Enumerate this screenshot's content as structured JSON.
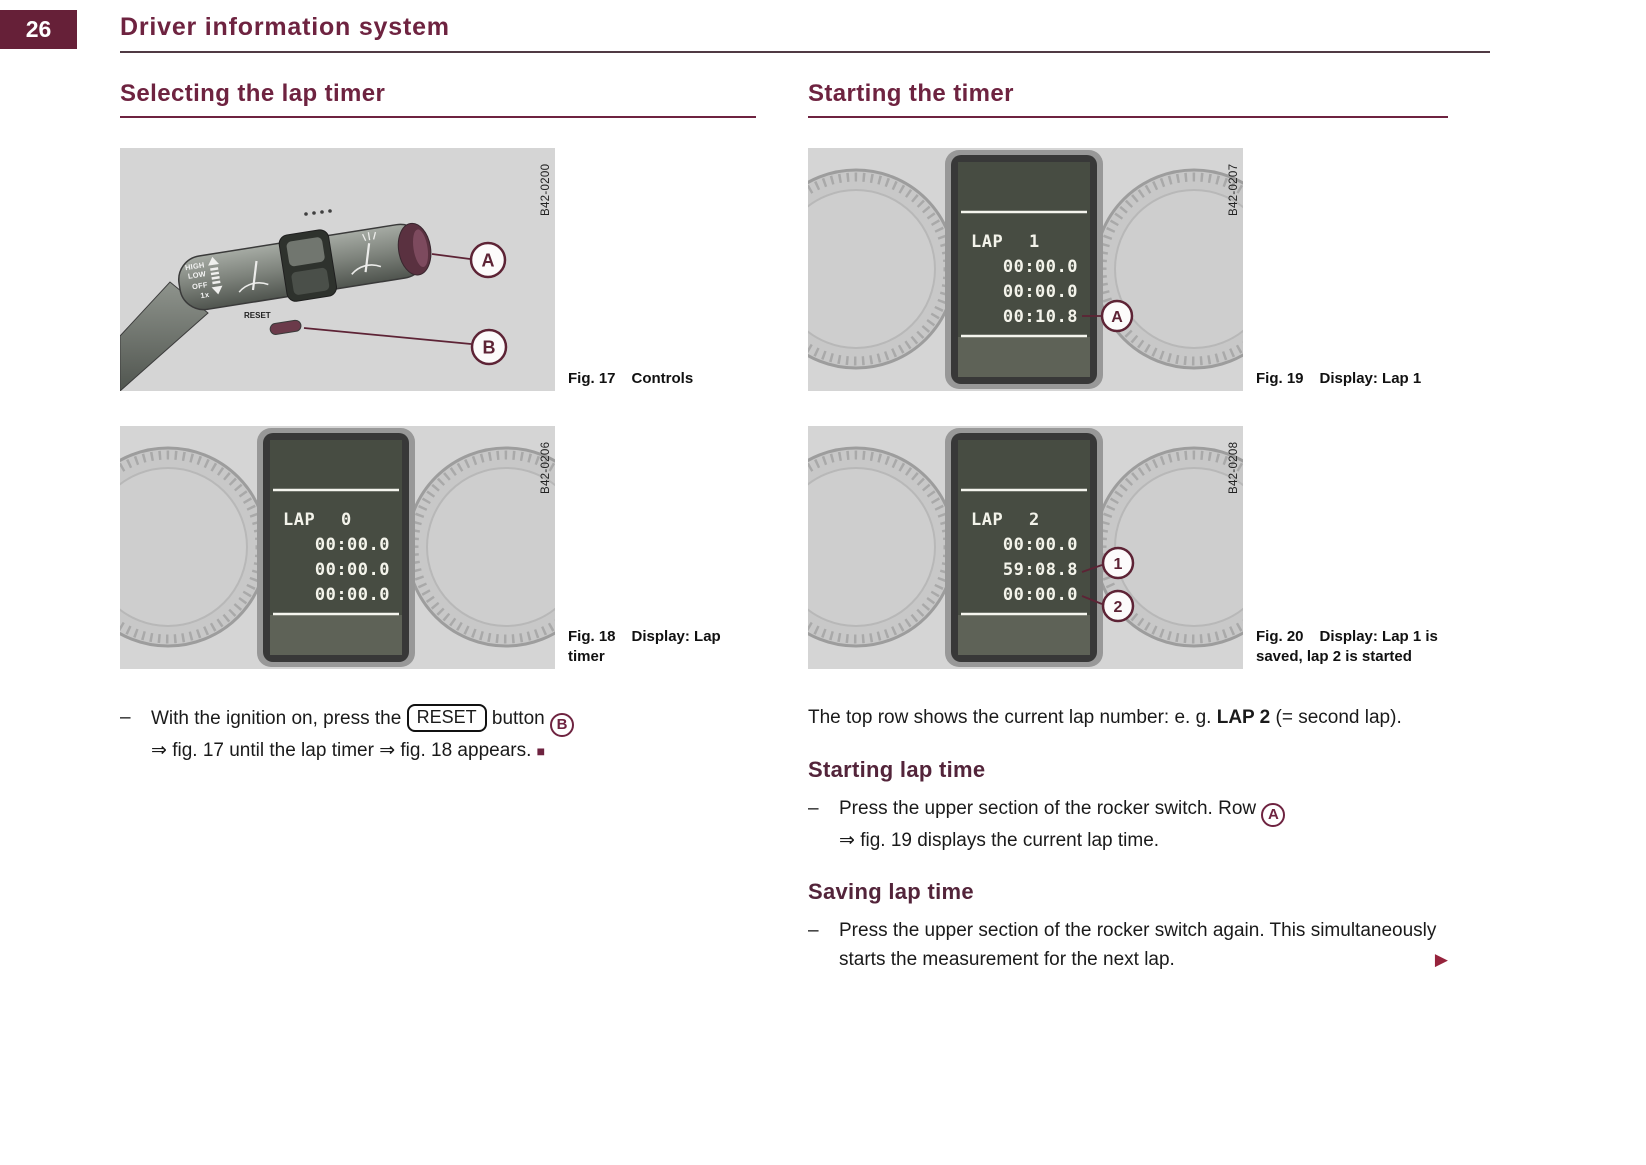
{
  "colors": {
    "accent_maroon": "#6e2340",
    "page_badge_bg": "#662038",
    "callout_maroon": "#5d2335",
    "figure_bg": "#d5d5d5",
    "lcd_bg": "#474c42",
    "lcd_text": "#f3f3ea"
  },
  "header": {
    "page_number": "26",
    "title": "Driver information system"
  },
  "left_column": {
    "section_title": "Selecting the lap timer",
    "fig17": {
      "code": "B42-0200",
      "caption_label": "Fig. 17",
      "caption_text": "Controls",
      "callout_a": "A",
      "callout_b": "B",
      "stalk_labels": {
        "high": "HIGH",
        "low": "LOW",
        "off": "OFF",
        "once": "1x",
        "reset": "RESET"
      }
    },
    "fig18": {
      "code": "B42-0206",
      "caption_label": "Fig. 18",
      "caption_text": "Display: Lap timer",
      "lcd": {
        "label": "LAP",
        "number": "0",
        "rows": [
          "00:00.0",
          "00:00.0",
          "00:00.0"
        ]
      }
    },
    "instruction": {
      "dash": "–",
      "line1_pre": "With the ignition on, press the",
      "reset_button": "RESET",
      "line1_mid": "button",
      "callout_b": "B",
      "line2": "⇒ fig. 17 until the lap timer ⇒ fig. 18 appears.",
      "end_mark": "■"
    }
  },
  "right_column": {
    "section_title": "Starting the timer",
    "fig19": {
      "code": "B42-0207",
      "caption_label": "Fig. 19",
      "caption_text": "Display: Lap 1",
      "callout_a": "A",
      "lcd": {
        "label": "LAP",
        "number": "1",
        "rows": [
          "00:00.0",
          "00:00.0",
          "00:10.8"
        ]
      }
    },
    "fig20": {
      "code": "B42-0208",
      "caption_label": "Fig. 20",
      "caption_text": "Display: Lap 1 is saved, lap 2 is started",
      "callout_1": "1",
      "callout_2": "2",
      "lcd": {
        "label": "LAP",
        "number": "2",
        "rows": [
          "00:00.0",
          "59:08.8",
          "00:00.0"
        ]
      }
    },
    "intro": {
      "pre": "The top row shows the current lap number: e. g.",
      "bold": "LAP 2",
      "post": "(= second lap)."
    },
    "starting_lap": {
      "heading": "Starting lap time",
      "dash": "–",
      "line1": "Press the upper section of the rocker switch. Row",
      "callout_a": "A",
      "line2": "⇒ fig. 19 displays the current lap time."
    },
    "saving_lap": {
      "heading": "Saving lap time",
      "dash": "–",
      "text": "Press the upper section of the rocker switch again. This simultaneously starts the measurement for the next lap.",
      "next_arrow": "▶"
    }
  }
}
